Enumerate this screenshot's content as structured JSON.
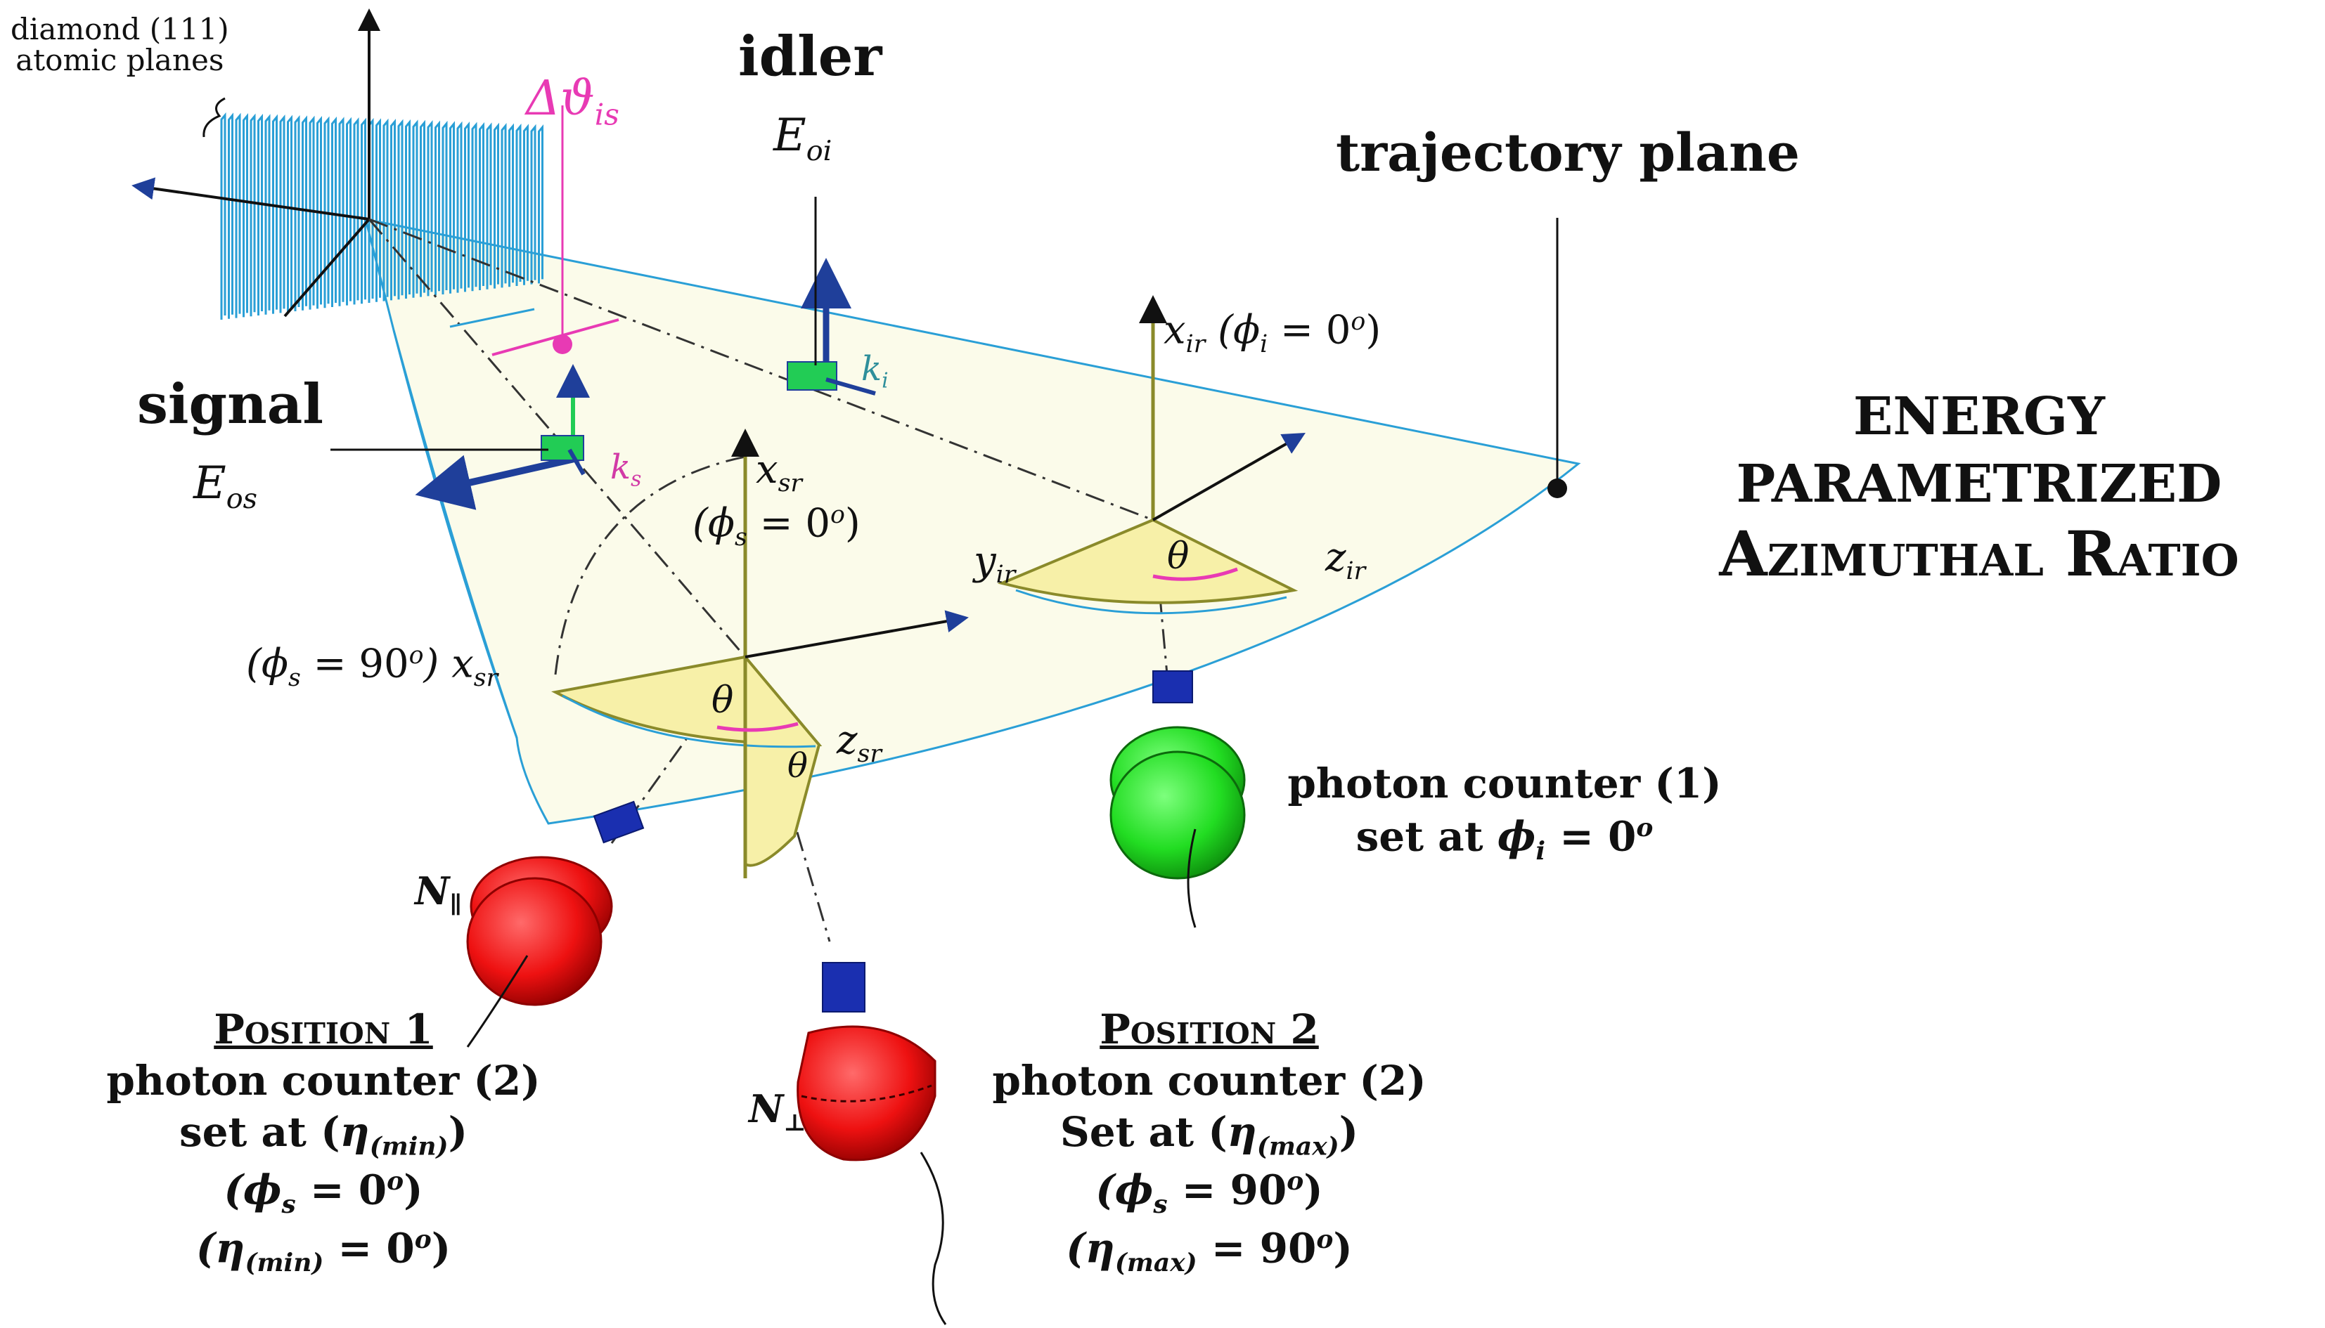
{
  "labels": {
    "diamond_line1": "diamond (111)",
    "diamond_line2": "atomic planes",
    "delta_theta": "Δϑ",
    "delta_theta_sub": "is",
    "idler_title": "idler",
    "idler_energy": "E",
    "idler_energy_sub": "oi",
    "trajectory_plane": "trajectory plane",
    "signal_title": "signal",
    "signal_energy": "E",
    "signal_energy_sub": "os",
    "k_i": "k",
    "k_i_sub": "i",
    "k_s": "k",
    "k_s_sub": "s",
    "x_ir": "x",
    "x_ir_sub": "ir",
    "x_ir_cond": "(ϕ",
    "x_ir_cond_sub": "i",
    "x_ir_cond_rest": " = 0",
    "x_ir_cond_sup": "o",
    "x_ir_cond_close": ")",
    "x_sr": "x",
    "x_sr_sub": "sr",
    "phi_s_0": "(ϕ",
    "phi_s_0_sub": "s",
    "phi_s_0_rest": " = 0",
    "phi_s_0_sup": "o",
    "phi_s_0_close": ")",
    "phi_s_90": "(ϕ",
    "phi_s_90_sub": "s",
    "phi_s_90_rest": " = 90",
    "phi_s_90_sup": "o",
    "phi_s_90_close": ") x",
    "phi_s_90_x_sub": "sr",
    "y_ir": "y",
    "y_ir_sub": "ir",
    "z_ir": "z",
    "z_ir_sub": "ir",
    "z_sr": "z",
    "z_sr_sub": "sr",
    "theta": "θ",
    "title_line1": "ENERGY",
    "title_line2": "PARAMETRIZED",
    "title_line3": "Azimuthal Ratio",
    "counter1_line1": "photon counter (1)",
    "counter1_line2": "set at ",
    "counter1_phi": "ϕ",
    "counter1_phi_sub": "i",
    "counter1_rest": " = 0",
    "counter1_sup": "o",
    "n_parallel": "N",
    "n_parallel_sub": "∥",
    "n_perp": "N",
    "n_perp_sub": "⊥",
    "pos1_title": "Position 1",
    "pos1_line2": "photon counter (2)",
    "pos1_line3": "set at (",
    "pos1_eta": "η",
    "pos1_eta_sub": "(min)",
    "pos1_line3_close": ")",
    "pos1_line4": "(ϕ",
    "pos1_line4_sub": "s",
    "pos1_line4_rest": " = 0",
    "pos1_line4_sup": "o",
    "pos1_line4_close": ")",
    "pos1_line5": "(η",
    "pos1_line5_sub": "(min)",
    "pos1_line5_rest": " = 0",
    "pos1_line5_sup": "o",
    "pos1_line5_close": ")",
    "pos2_title": "Position 2",
    "pos2_line2": "photon counter (2)",
    "pos2_line3": "Set at (",
    "pos2_eta": "η",
    "pos2_eta_sub": "(max)",
    "pos2_line3_close": ")",
    "pos2_line4": "(ϕ",
    "pos2_line4_sub": "s",
    "pos2_line4_rest": " = 90",
    "pos2_line4_sup": "o",
    "pos2_line4_close": ")",
    "pos2_line5": "(η",
    "pos2_line5_sub": "(max)",
    "pos2_line5_rest": " = 90",
    "pos2_line5_sup": "o",
    "pos2_line5_close": ")"
  },
  "colors": {
    "crystal_planes": "#2a9fd6",
    "plane_outline": "#2a9fd6",
    "plane_fill": "#fbfbea",
    "wedge_fill": "#f7f0a8",
    "axis_olive": "#8a8a2a",
    "arrow_blue": "#1f3f9a",
    "delta_theta": "#e83ab4",
    "counter_green": "#22dd22",
    "counter_red": "#ee1111",
    "detector_blue": "#1a2fb0"
  }
}
